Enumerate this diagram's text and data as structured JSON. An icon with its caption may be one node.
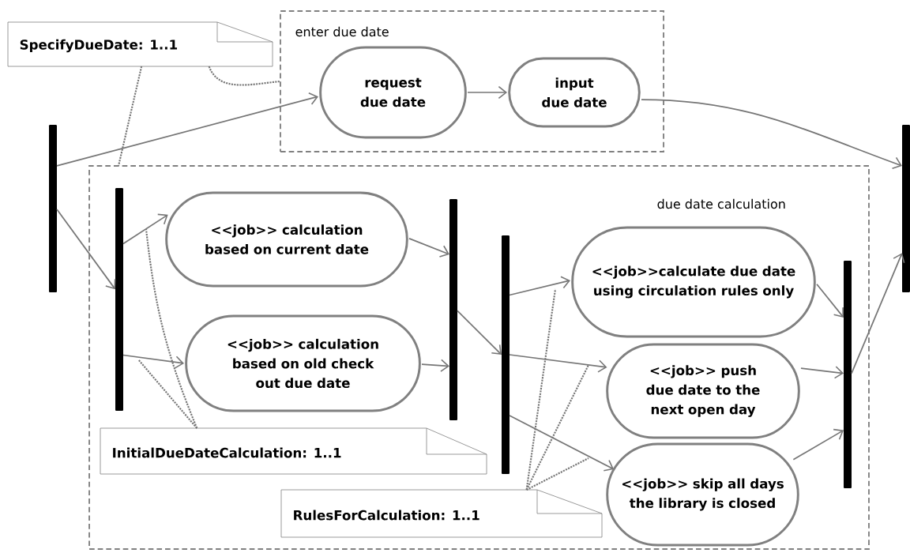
{
  "diagram": {
    "nodes": [
      {
        "text": [
          "enter due date"
        ]
      },
      {
        "text": [
          "request due date"
        ],
        "in": 0
      },
      {
        "text": [
          "input due date"
        ],
        "in": 0
      },
      {
        "text": [
          "due date calculation"
        ]
      },
      {
        "text": [
          "SpecifyDueDate: 1..1"
        ]
      },
      {
        "text": [],
        "shape": "bar"
      },
      {
        "text": [],
        "shape": "bar",
        "in": 3
      },
      {
        "text": [
          "<<job>> calculation based on current date"
        ],
        "in": 3
      },
      {
        "text": [
          "<<job>> calculation based on old check out due date"
        ],
        "in": 3
      },
      {
        "text": [],
        "shape": "bar",
        "in": 3
      },
      {
        "text": [],
        "shape": "bar",
        "in": 3
      },
      {
        "text": [
          "<<job>>calculate due date using circulation rules only"
        ],
        "in": 3
      },
      {
        "text": [
          "<<job>> push due date to the next open day"
        ],
        "in": 3
      },
      {
        "text": [
          "<<job>> skip all days the library is closed"
        ],
        "in": 3
      },
      {
        "text": [],
        "shape": "bar",
        "in": 3
      },
      {
        "text": [],
        "shape": "bar"
      },
      {
        "text": [
          "InitialDueDateCalculation: 1..1"
        ],
        "in": 3
      },
      {
        "text": [
          "RulesForCalculation: 1..1"
        ],
        "in": 3
      }
    ],
    "edges": [
      {
        "from": 5,
        "to": 1,
        "arrow": "to"
      },
      {
        "from": 1,
        "to": 2,
        "arrow": "to"
      },
      {
        "from": 2,
        "to": 15,
        "arrow": "to"
      },
      {
        "from": 5,
        "to": 6,
        "arrow": "to"
      },
      {
        "from": 6,
        "to": 7,
        "arrow": "to"
      },
      {
        "from": 6,
        "to": 8,
        "arrow": "to"
      },
      {
        "from": 7,
        "to": 9,
        "arrow": "to"
      },
      {
        "from": 8,
        "to": 9,
        "arrow": "to"
      },
      {
        "from": 9,
        "to": 10,
        "arrow": "to"
      },
      {
        "from": 10,
        "to": 11,
        "arrow": "to"
      },
      {
        "from": 10,
        "to": 12,
        "arrow": "to"
      },
      {
        "from": 10,
        "to": 13,
        "arrow": "to"
      },
      {
        "from": 11,
        "to": 14,
        "arrow": "to"
      },
      {
        "from": 12,
        "to": 14,
        "arrow": "to"
      },
      {
        "from": 13,
        "to": 14,
        "arrow": "to"
      },
      {
        "from": 14,
        "to": 15,
        "arrow": "to"
      },
      {
        "from": 4,
        "to": 0,
        "arrow": "none",
        "style": "dashed"
      },
      {
        "from": 4,
        "to": 3,
        "arrow": "none",
        "style": "dashed"
      },
      {
        "from": 16,
        "to": null,
        "arrow": "none",
        "style": "dashed"
      },
      {
        "from": 16,
        "to": null,
        "arrow": "none",
        "style": "dashed"
      },
      {
        "from": 17,
        "to": null,
        "arrow": "none",
        "style": "dashed"
      },
      {
        "from": 17,
        "to": null,
        "arrow": "none",
        "style": "dashed"
      },
      {
        "from": 17,
        "to": null,
        "arrow": "none",
        "style": "dashed"
      }
    ]
  }
}
